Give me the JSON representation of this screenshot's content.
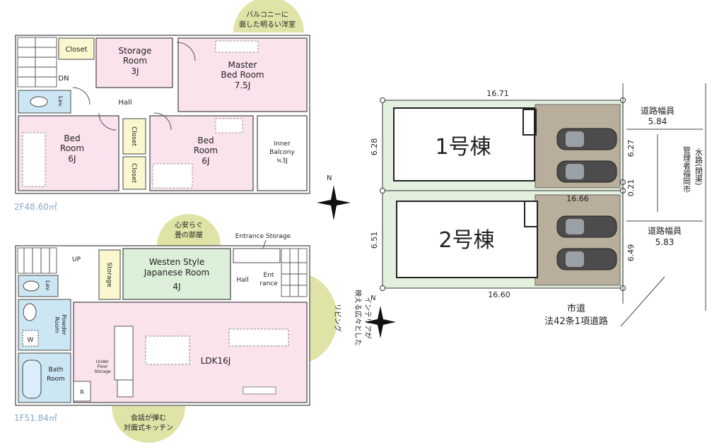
{
  "floor2": {
    "area": "2F48.60㎡",
    "closet_top": "Closet",
    "dn": "DN",
    "lav": "Lav.",
    "hall": "Hall",
    "storage_room": [
      "Storage",
      "Room",
      "3J"
    ],
    "master": [
      "Master",
      "Bed Room",
      "7.5J"
    ],
    "bed1": [
      "Bed",
      "Room",
      "6J"
    ],
    "bed2": [
      "Bed",
      "Room",
      "6J"
    ],
    "closet_a": "Closet",
    "closet_b": "Closet",
    "balcony": [
      "Inner",
      "Balcony",
      "≒3J"
    ],
    "note_balcony": [
      "バルコニーに",
      "面した明るい洋室"
    ]
  },
  "floor1": {
    "area": "1F51.84㎡",
    "up": "UP",
    "lav": "Lav.",
    "storage": "Storage",
    "japanese": [
      "Westen Style",
      "Japanese Room",
      "4J"
    ],
    "entrance_storage": "Entrance Storage",
    "hall": "Hall",
    "entrance": [
      "Ent",
      "rance"
    ],
    "powder": [
      "Powder",
      "Room"
    ],
    "w": "W",
    "bath": [
      "Bath",
      "Room"
    ],
    "under_floor": [
      "Under",
      "Floor",
      "Storage"
    ],
    "r": "R",
    "ldk": "LDK16J",
    "note_japanese": [
      "心安らぐ",
      "畳の部屋"
    ],
    "note_interior": [
      "インテリアが",
      "映える広々とした",
      "リビング"
    ],
    "note_kitchen": [
      "会話が弾む",
      "対面式キッチン"
    ]
  },
  "site": {
    "dim_top": "16.71",
    "dim_left1": "6.28",
    "dim_left2": "6.51",
    "dim_mid": "16.66",
    "dim_bottom": "16.60",
    "dim_right1": "6.27",
    "dim_right_mid": "0.21",
    "dim_right2": "6.49",
    "building1": "1号棟",
    "building2": "2号棟",
    "road_width1": [
      "道路幅員",
      "5.84"
    ],
    "road_width2": [
      "道路幅員",
      "5.83"
    ],
    "waterway": [
      "水路(閉渠)",
      "管理者福岡市"
    ],
    "city_road": [
      "市道",
      "法42条1項道路"
    ]
  },
  "compass": {
    "north": "N"
  }
}
